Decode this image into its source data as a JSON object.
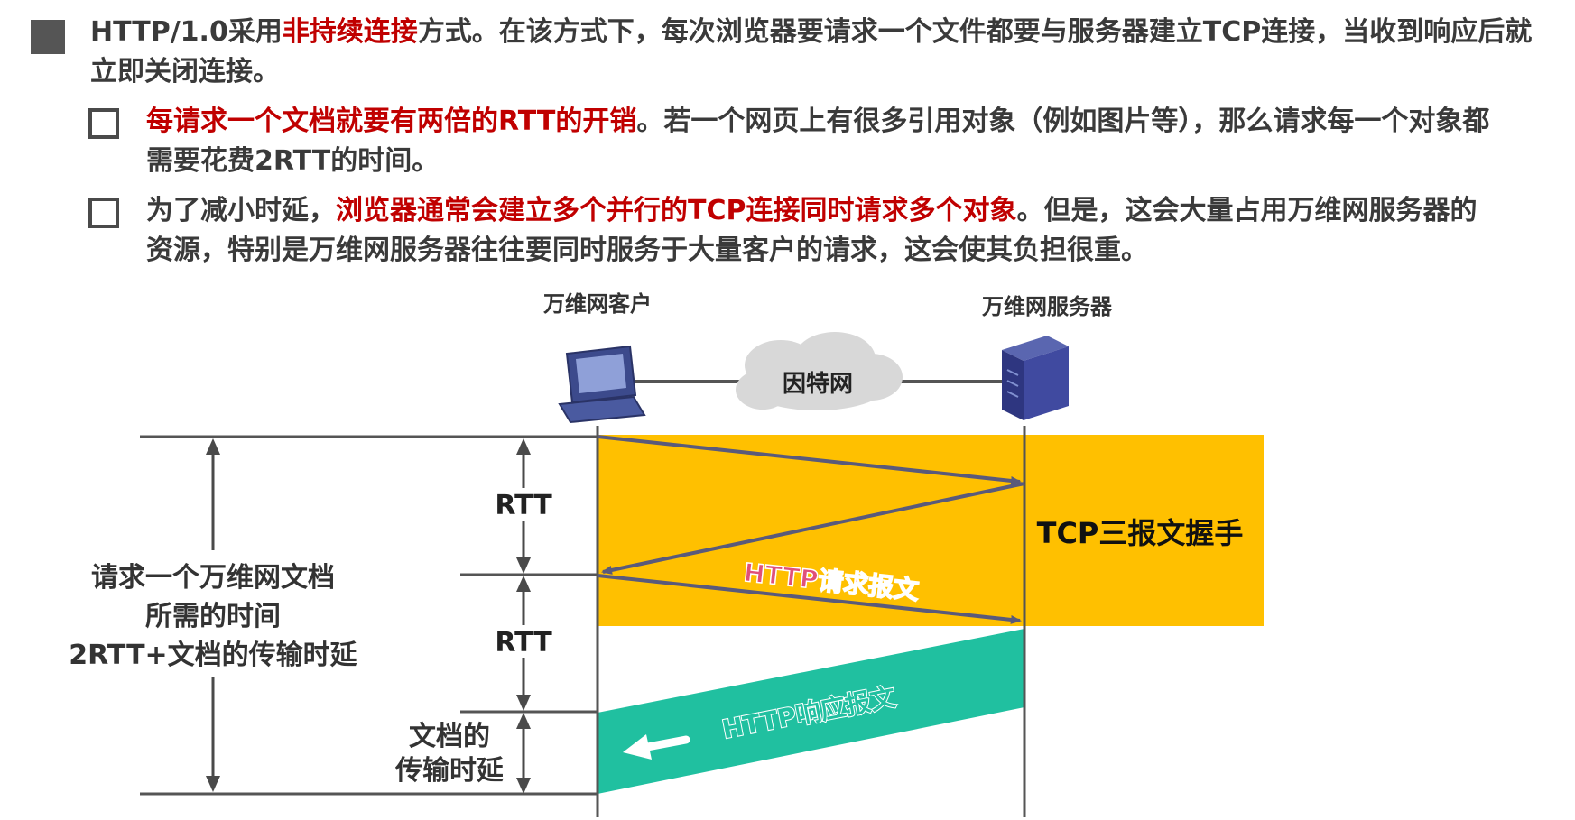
{
  "paragraph_main": {
    "prefix": "HTTP/1.0采用",
    "highlight": "非持续连接",
    "suffix": "方式。在该方式下，每次浏览器要请求一个文件都要与服务器建立TCP连接，当收到响应后就立即关闭连接。"
  },
  "sub_item_1": {
    "highlight": "每请求一个文档就要有两倍的RTT的开销",
    "suffix": "。若一个网页上有很多引用对象（例如图片等），那么请求每一个对象都需要花费2RTT的时间。"
  },
  "sub_item_2": {
    "prefix": "为了减小时延，",
    "highlight": "浏览器通常会建立多个并行的TCP连接同时请求多个对象",
    "suffix": "。但是，这会大量占用万维网服务器的资源，特别是万维网服务器往往要同时服务于大量客户的请求，这会使其负担很重。"
  },
  "diagram": {
    "client_label": "万维网客户",
    "server_label": "万维网服务器",
    "internet_label": "因特网",
    "rtt_label_1": "RTT",
    "rtt_label_2": "RTT",
    "handshake_label": "TCP三报文握手",
    "http_request_label": "HTTP请求报文",
    "http_response_label": "HTTP响应报文",
    "total_time_line1": "请求一个万维网文档",
    "total_time_line2": "所需的时间",
    "total_time_line3": "2RTT+文档的传输时延",
    "doc_delay_line1": "文档的",
    "doc_delay_line2": "传输时延"
  },
  "colors": {
    "accent_red": "#c00000",
    "handshake_fill": "#ffc000",
    "response_fill": "#20c0a0",
    "request_text": "#e0507a",
    "cloud": "#d8d8d8"
  }
}
